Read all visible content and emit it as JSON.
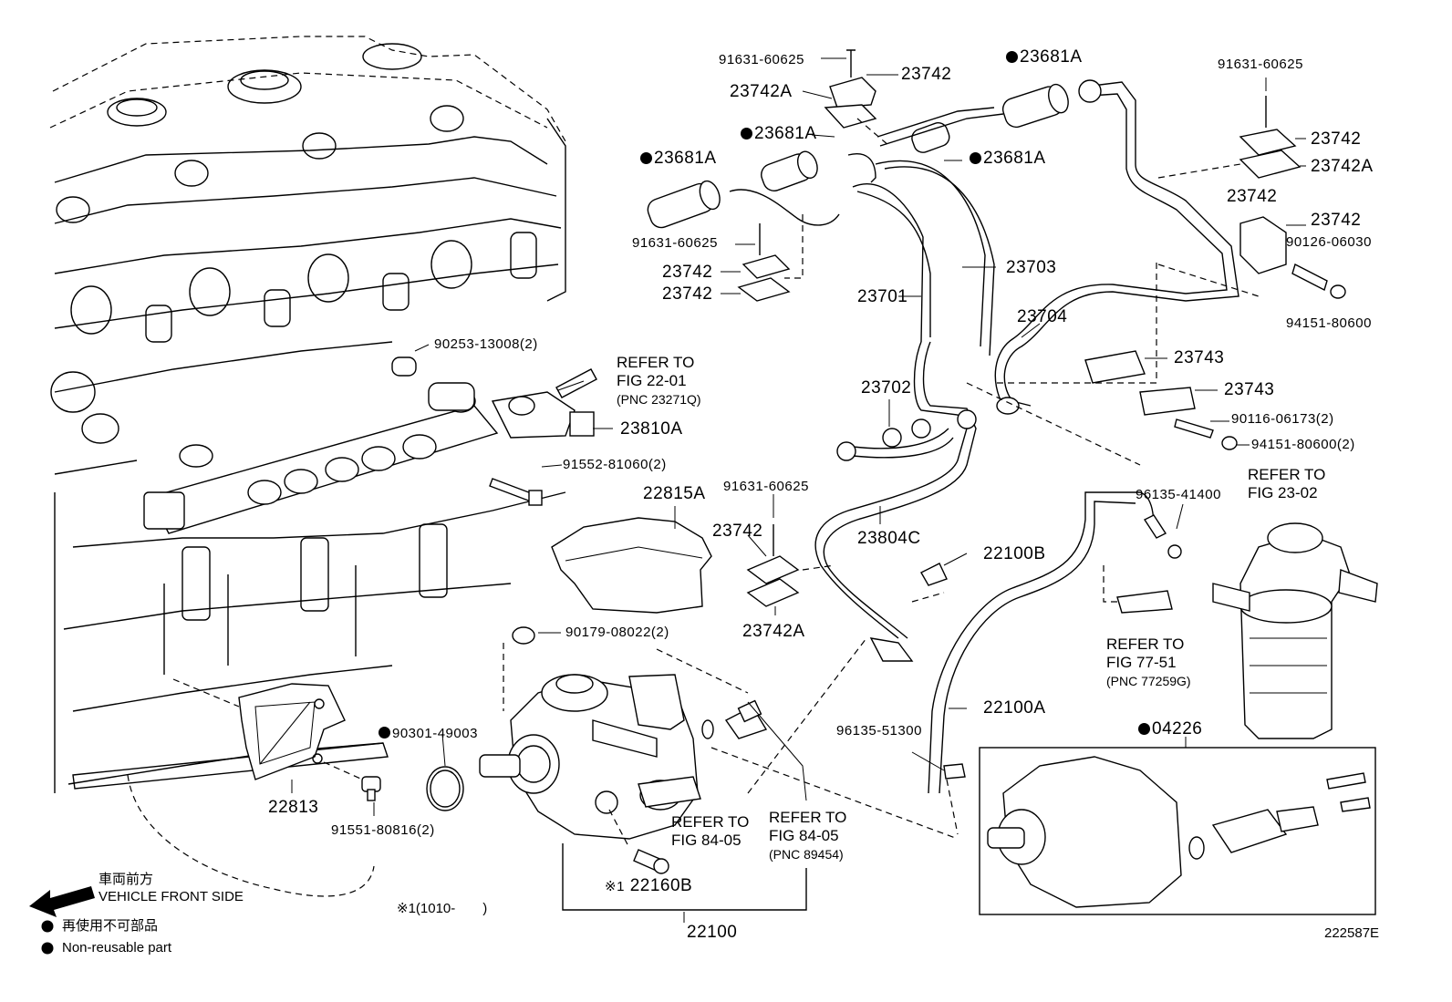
{
  "diagram_code": "222587E",
  "legend": {
    "front_side_jp": "車両前方",
    "front_side_en": "VEHICLE FRONT SIDE",
    "nonreusable_jp": "再使用不可部品",
    "nonreusable_en": "Non-reusable part"
  },
  "note": "※1(1010-　　)",
  "parts": {
    "p91631_a": "91631-60625",
    "p23742_a": "23742",
    "p23742A_a": "23742A",
    "p23681A_top": "23681A",
    "p23681A_b": "23681A",
    "p23681A_c": "23681A",
    "p23681A_d": "23681A",
    "p91631_r": "91631-60625",
    "p23742_r1": "23742",
    "p23742A_r": "23742A",
    "p23742_r2": "23742",
    "p23742_r3": "23742",
    "p90126": "90126-06030",
    "p94151_r": "94151-80600",
    "p91631_c": "91631-60625",
    "p23742_c1": "23742",
    "p23742_c2": "23742",
    "p23703": "23703",
    "p23701": "23701",
    "p23704": "23704",
    "p23743_a": "23743",
    "p23743_b": "23743",
    "p90116": "90116-06173(2)",
    "p94151_b": "94151-80600(2)",
    "p90253": "90253-13008(2)",
    "p23810A": "23810A",
    "p91552": "91552-81060(2)",
    "p23702": "23702",
    "p22815A": "22815A",
    "p91631_m": "91631-60625",
    "p23742_m": "23742",
    "p23742A_m": "23742A",
    "p23804C": "23804C",
    "p22100B": "22100B",
    "p96135_41400": "96135-41400",
    "p90179": "90179-08022(2)",
    "p90301": "90301-49003",
    "p22813": "22813",
    "p91551": "91551-80816(2)",
    "p22160B": "22160B",
    "p22160B_mark": "※1",
    "p22100": "22100",
    "p22100A": "22100A",
    "p96135_51300": "96135-51300",
    "p04226": "04226"
  },
  "refs": {
    "fig22_01": {
      "l1": "REFER TO",
      "l2": "FIG 22-01",
      "pnc": "(PNC 23271Q)"
    },
    "fig23_02": {
      "l1": "REFER TO",
      "l2": "FIG 23-02"
    },
    "fig77_51": {
      "l1": "REFER TO",
      "l2": "FIG 77-51",
      "pnc": "(PNC 77259G)"
    },
    "fig84_05a": {
      "l1": "REFER TO",
      "l2": "FIG 84-05"
    },
    "fig84_05b": {
      "l1": "REFER TO",
      "l2": "FIG 84-05",
      "pnc": "(PNC 89454)"
    }
  },
  "non_reusable_marked": [
    "23681A",
    "90301-49003",
    "04226"
  ]
}
